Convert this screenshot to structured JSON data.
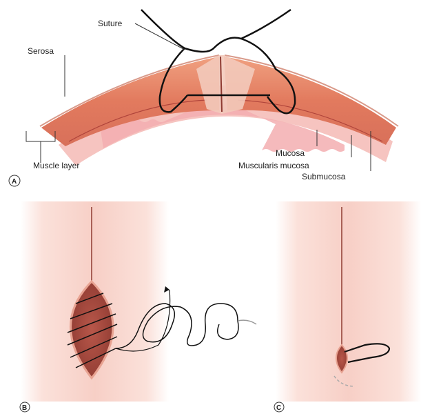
{
  "panel_a": {
    "letter": "A",
    "labels": {
      "suture": "Suture",
      "serosa": "Serosa",
      "muscle_layer": "Muscle layer",
      "mucosa": "Mucosa",
      "muscularis_mucosa": "Muscularis mucosa",
      "submucosa": "Submucosa"
    }
  },
  "panel_b": {
    "letter": "B"
  },
  "panel_c": {
    "letter": "C"
  },
  "colors": {
    "tissue_outer": "#e07a5f",
    "tissue_inner": "#f3b7b4",
    "background_pink": "#fbe3dc",
    "wound": "#a94a40",
    "suture": "#111111"
  }
}
